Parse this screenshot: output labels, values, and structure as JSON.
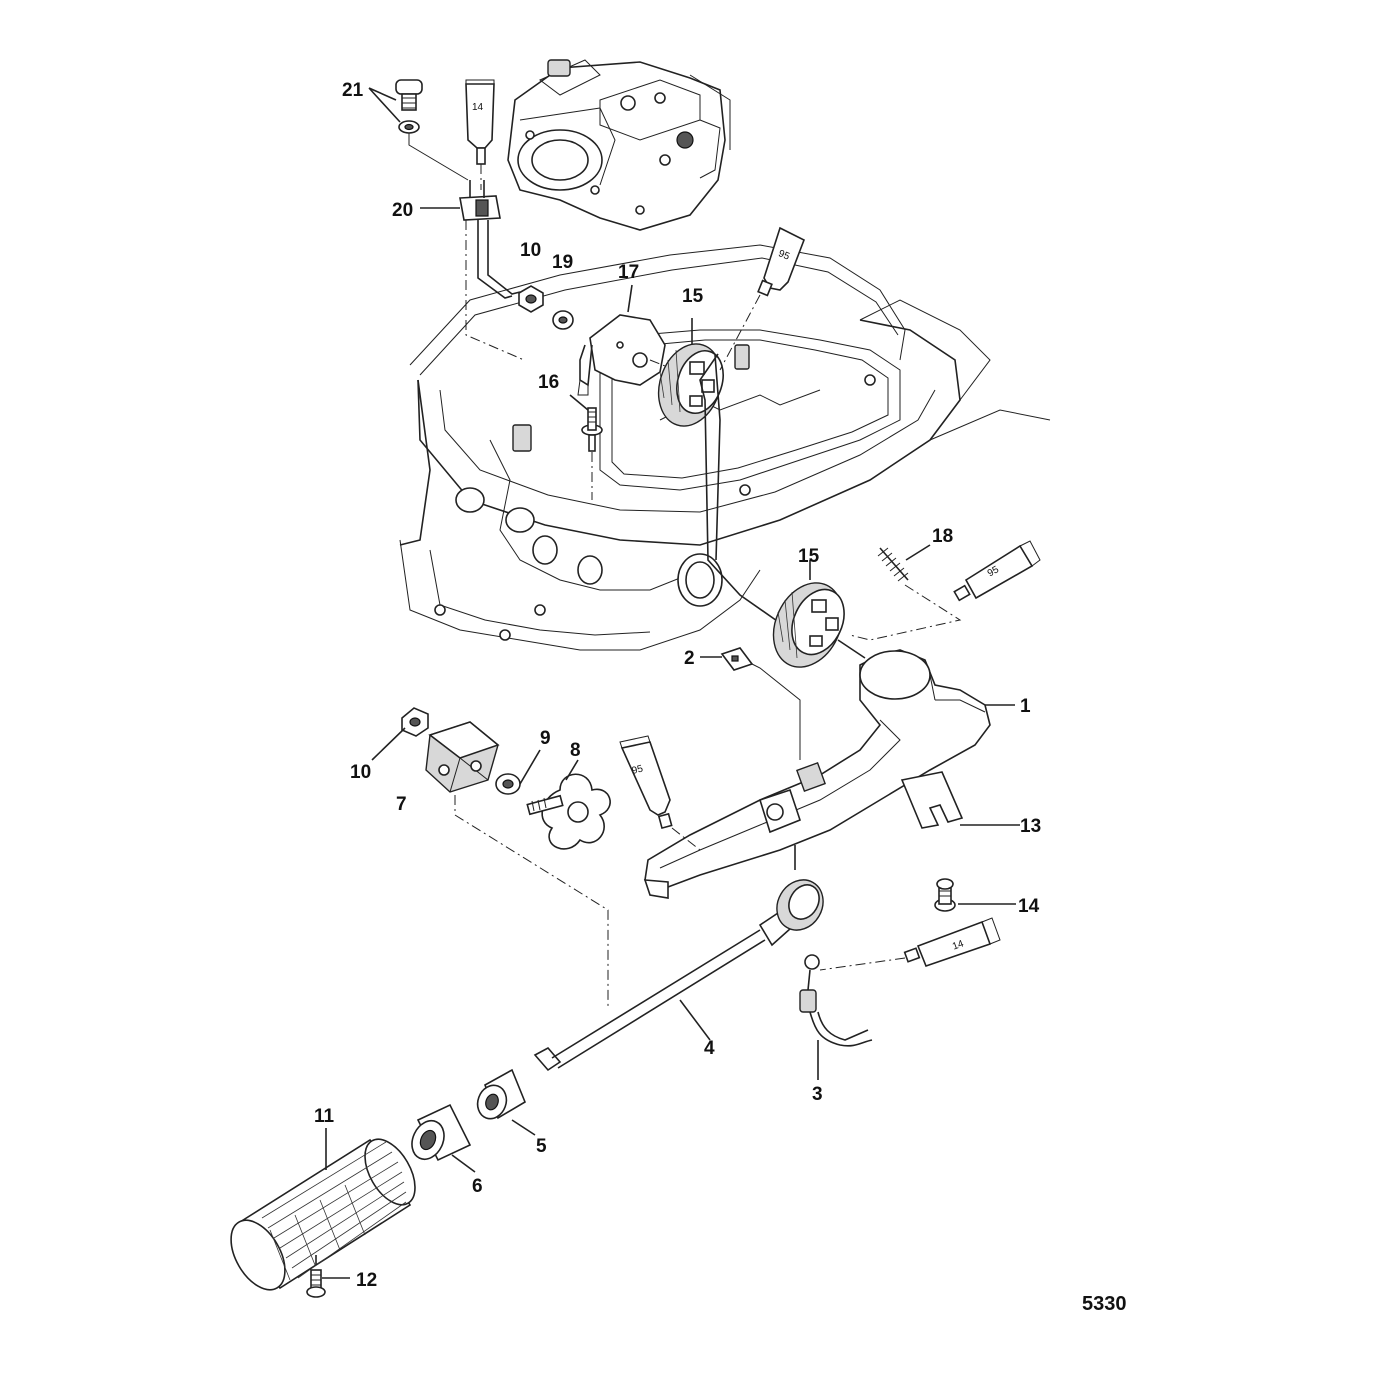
{
  "figure_number": "5330",
  "callouts": [
    {
      "id": "c1",
      "label": "1"
    },
    {
      "id": "c2",
      "label": "2"
    },
    {
      "id": "c3",
      "label": "3"
    },
    {
      "id": "c4",
      "label": "4"
    },
    {
      "id": "c5",
      "label": "5"
    },
    {
      "id": "c6",
      "label": "6"
    },
    {
      "id": "c7",
      "label": "7"
    },
    {
      "id": "c8",
      "label": "8"
    },
    {
      "id": "c9",
      "label": "9"
    },
    {
      "id": "c10a",
      "label": "10"
    },
    {
      "id": "c10b",
      "label": "10"
    },
    {
      "id": "c11",
      "label": "11"
    },
    {
      "id": "c12",
      "label": "12"
    },
    {
      "id": "c13",
      "label": "13"
    },
    {
      "id": "c14",
      "label": "14"
    },
    {
      "id": "c15a",
      "label": "15"
    },
    {
      "id": "c15b",
      "label": "15"
    },
    {
      "id": "c16",
      "label": "16"
    },
    {
      "id": "c17",
      "label": "17"
    },
    {
      "id": "c18",
      "label": "18"
    },
    {
      "id": "c19",
      "label": "19"
    },
    {
      "id": "c20",
      "label": "20"
    },
    {
      "id": "c21",
      "label": "21"
    }
  ],
  "tubes": [
    {
      "id": "t14a",
      "label": "14"
    },
    {
      "id": "t95a",
      "label": "95"
    },
    {
      "id": "t95b",
      "label": "95"
    },
    {
      "id": "t95c",
      "label": "95"
    },
    {
      "id": "t14b",
      "label": "14"
    }
  ]
}
